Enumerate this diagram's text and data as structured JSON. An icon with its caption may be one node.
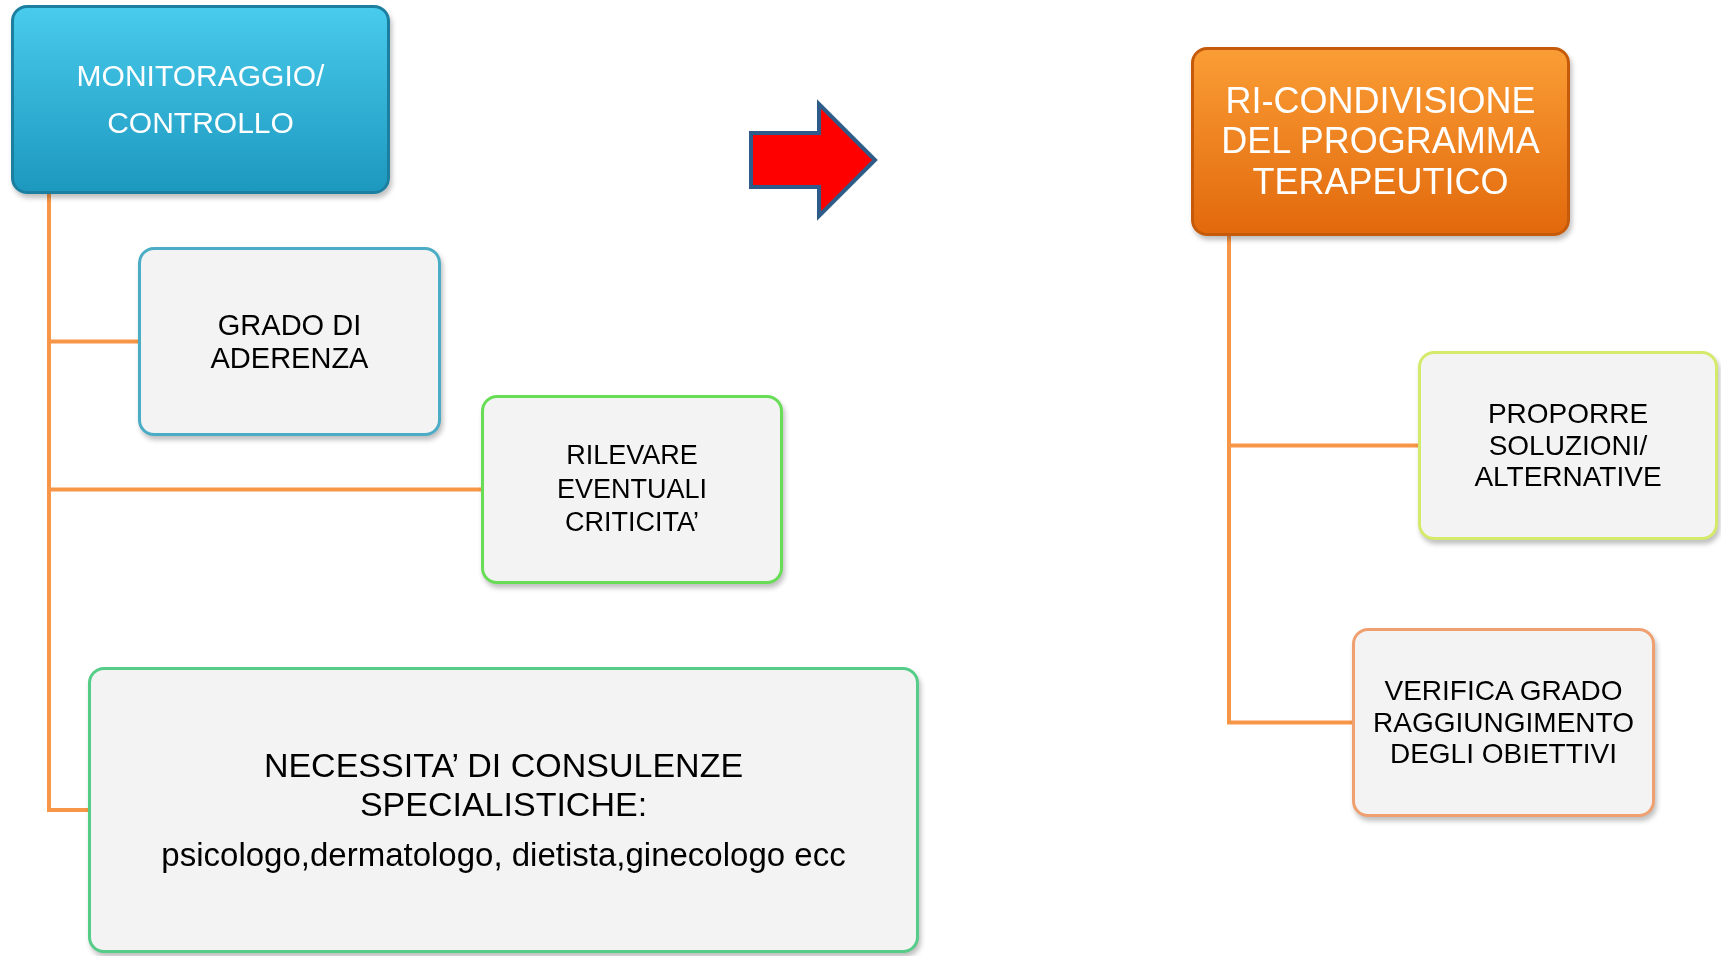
{
  "diagram": {
    "nodes": [
      {
        "text": [
          "MONITORAGGIO/ CONTROLLO"
        ]
      },
      {
        "text": [
          "GRADO DI ADERENZA"
        ]
      },
      {
        "text": [
          "RILEVARE EVENTUALI CRITICITA’"
        ]
      },
      {
        "text": [
          "NECESSITA’ DI CONSULENZE SPECIALISTICHE:",
          "psicologo,dermatologo, dietista,ginecologo ecc"
        ]
      },
      {
        "text": [
          "RI-CONDIVISIONE DEL PROGRAMMA TERAPEUTICO"
        ]
      },
      {
        "text": [
          "PROPORRE SOLUZIONI/ ALTERNATIVE"
        ]
      },
      {
        "text": [
          "VERIFICA GRADO RAGGIUNGIMENTO DEGLI OBIETTIVI"
        ]
      }
    ],
    "edges": [
      {
        "from": 0,
        "to": 1,
        "arrow": "none"
      },
      {
        "from": 0,
        "to": 2,
        "arrow": "none"
      },
      {
        "from": 0,
        "to": 3,
        "arrow": "none"
      },
      {
        "from": 4,
        "to": 5,
        "arrow": "none"
      },
      {
        "from": 4,
        "to": 6,
        "arrow": "none"
      }
    ]
  }
}
